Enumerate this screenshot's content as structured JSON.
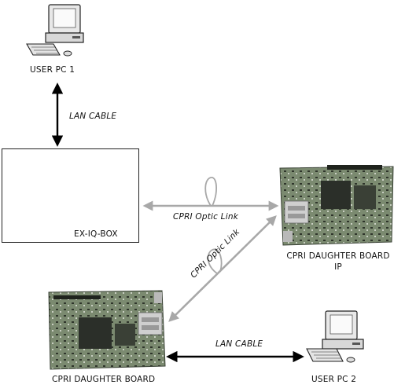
{
  "nodes": {
    "user_pc_1": "USER PC 1",
    "user_pc_2": "USER PC 2",
    "ex_iq_box": "EX-IQ-BOX",
    "daughter_board_ip_line1": "CPRI DAUGHTER BOARD",
    "daughter_board_ip_line2": "IP",
    "daughter_board": "CPRI DAUGHTER BOARD"
  },
  "links": {
    "lan_cable_top": "LAN CABLE",
    "lan_cable_bottom": "LAN CABLE",
    "optic_link_horizontal": "CPRI Optic Link",
    "optic_link_diagonal": "CPRI Optic Link"
  },
  "colors": {
    "optic_link": "#a8a8a8",
    "lan_cable": "#000000",
    "board_green": "#6f7f64"
  }
}
